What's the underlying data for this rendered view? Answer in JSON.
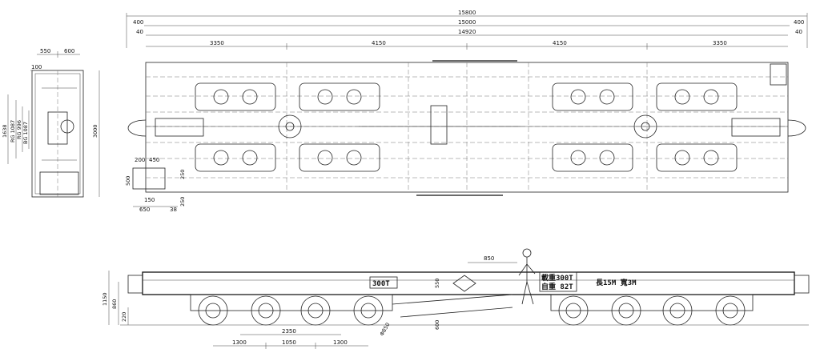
{
  "top_view": {
    "overall_dims": [
      "15800",
      "15000",
      "14920"
    ],
    "edge_dims": {
      "left_outer": "400",
      "right_outer": "400",
      "left_inner": "40",
      "right_inner": "40"
    },
    "spacing_dims": [
      "3350",
      "4150",
      "4150",
      "3350"
    ],
    "left_detail_dims": {
      "a": "200",
      "b": "450",
      "c": "500",
      "d": "150",
      "e": "650",
      "f": "38",
      "g": "250",
      "h": "250"
    }
  },
  "end_view": {
    "top_dims": {
      "a": "550",
      "b": "600",
      "c": "100"
    },
    "height_dim": "3000",
    "left_dims": {
      "a": "1638",
      "b": "RG 1087",
      "c": "RG 996",
      "d": "BG 1087"
    }
  },
  "side_view": {
    "height_dims": {
      "a": "1150",
      "b": "860",
      "c": "220"
    },
    "center_dims": {
      "a": "850",
      "b": "550",
      "c": "600"
    },
    "wheel_dims": {
      "spacing": "2350",
      "a": "1300",
      "b": "1050",
      "c": "1300",
      "diameter": "Φ850"
    },
    "plate_left": "300T",
    "plate_right_line1": "載重300T",
    "plate_right_line2": "自重 82T",
    "plate_right_line3": "長15M  寬3M"
  }
}
